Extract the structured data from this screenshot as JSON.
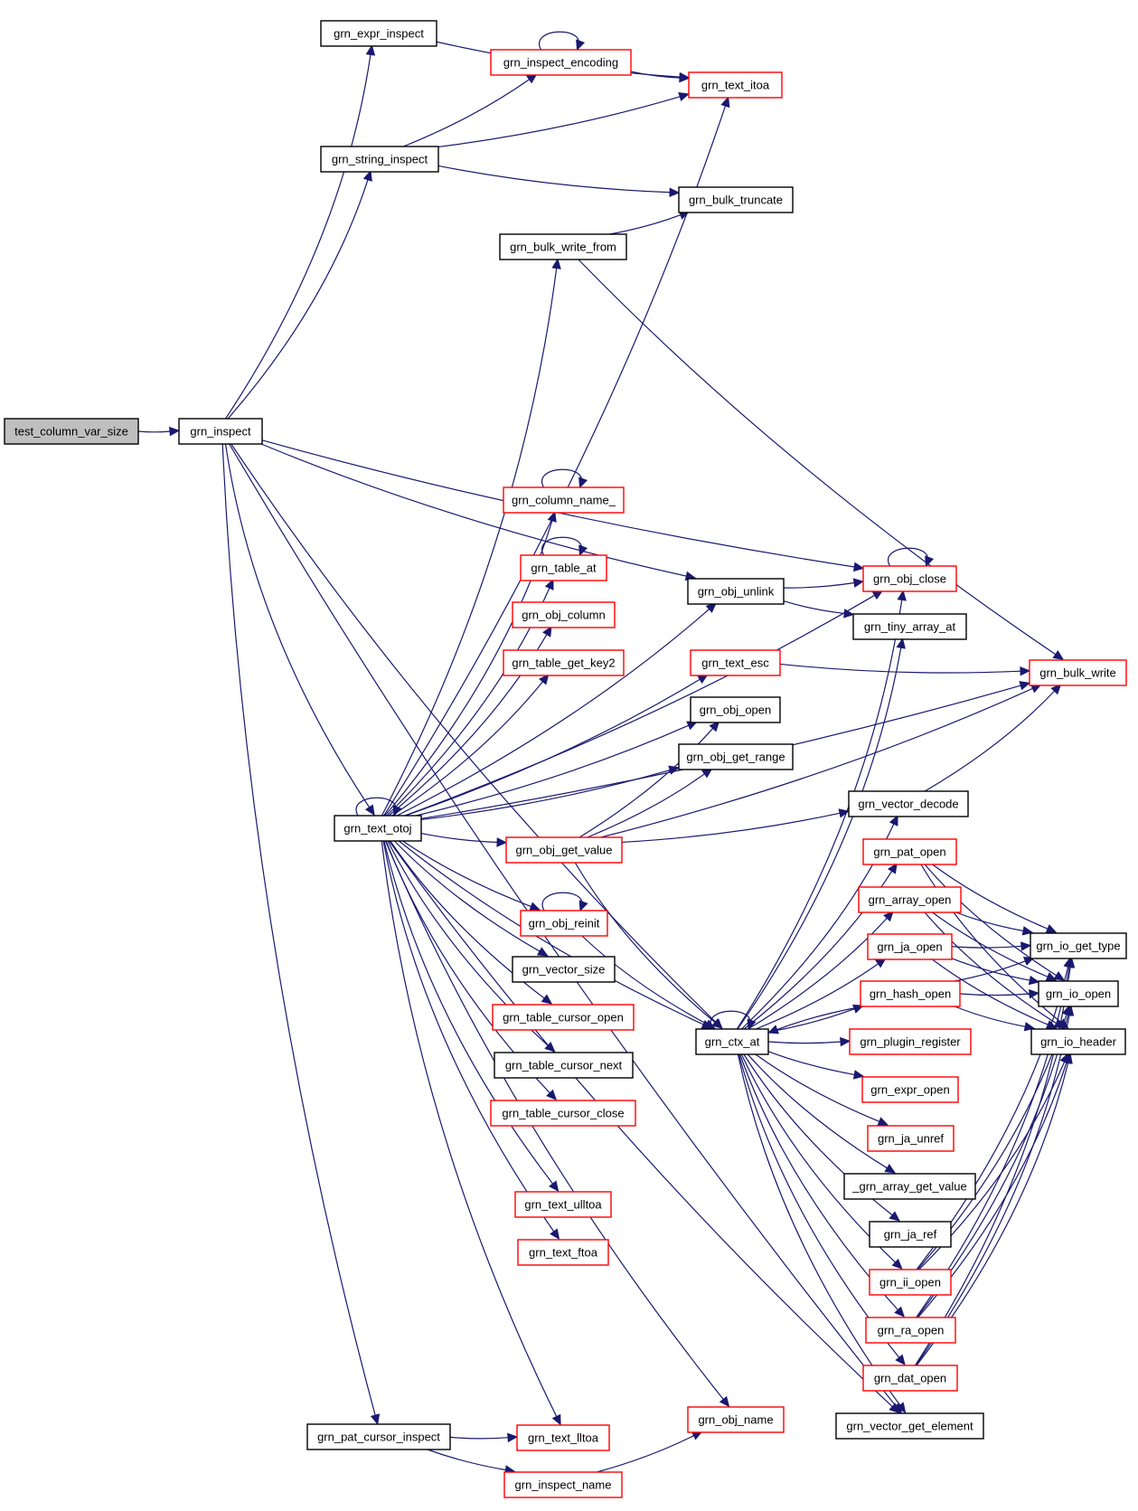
{
  "nodes": [
    {
      "id": "test_column_var_size",
      "label": "test_column_var_size",
      "style": "root"
    },
    {
      "id": "grn_inspect",
      "label": "grn_inspect",
      "style": "normal"
    },
    {
      "id": "grn_expr_inspect",
      "label": "grn_expr_inspect",
      "style": "normal"
    },
    {
      "id": "grn_inspect_encoding",
      "label": "grn_inspect_encoding",
      "style": "red"
    },
    {
      "id": "grn_text_itoa",
      "label": "grn_text_itoa",
      "style": "red"
    },
    {
      "id": "grn_string_inspect",
      "label": "grn_string_inspect",
      "style": "normal"
    },
    {
      "id": "grn_bulk_truncate",
      "label": "grn_bulk_truncate",
      "style": "normal"
    },
    {
      "id": "grn_bulk_write_from",
      "label": "grn_bulk_write_from",
      "style": "normal"
    },
    {
      "id": "grn_column_name_",
      "label": "grn_column_name_",
      "style": "red"
    },
    {
      "id": "grn_table_at",
      "label": "grn_table_at",
      "style": "red"
    },
    {
      "id": "grn_obj_column",
      "label": "grn_obj_column",
      "style": "red"
    },
    {
      "id": "grn_table_get_key2",
      "label": "grn_table_get_key2",
      "style": "red"
    },
    {
      "id": "grn_obj_unlink",
      "label": "grn_obj_unlink",
      "style": "normal"
    },
    {
      "id": "grn_obj_close",
      "label": "grn_obj_close",
      "style": "red"
    },
    {
      "id": "grn_tiny_array_at",
      "label": "grn_tiny_array_at",
      "style": "normal"
    },
    {
      "id": "grn_text_esc",
      "label": "grn_text_esc",
      "style": "red"
    },
    {
      "id": "grn_bulk_write",
      "label": "grn_bulk_write",
      "style": "red"
    },
    {
      "id": "grn_obj_open",
      "label": "grn_obj_open",
      "style": "normal"
    },
    {
      "id": "grn_obj_get_range",
      "label": "grn_obj_get_range",
      "style": "normal"
    },
    {
      "id": "grn_vector_decode",
      "label": "grn_vector_decode",
      "style": "normal"
    },
    {
      "id": "grn_text_otoj",
      "label": "grn_text_otoj",
      "style": "normal"
    },
    {
      "id": "grn_obj_get_value",
      "label": "grn_obj_get_value",
      "style": "red"
    },
    {
      "id": "grn_pat_open",
      "label": "grn_pat_open",
      "style": "red"
    },
    {
      "id": "grn_array_open",
      "label": "grn_array_open",
      "style": "red"
    },
    {
      "id": "grn_obj_reinit",
      "label": "grn_obj_reinit",
      "style": "red"
    },
    {
      "id": "grn_io_get_type",
      "label": "grn_io_get_type",
      "style": "normal"
    },
    {
      "id": "grn_ja_open",
      "label": "grn_ja_open",
      "style": "red"
    },
    {
      "id": "grn_vector_size",
      "label": "grn_vector_size",
      "style": "normal"
    },
    {
      "id": "grn_io_open",
      "label": "grn_io_open",
      "style": "normal"
    },
    {
      "id": "grn_hash_open",
      "label": "grn_hash_open",
      "style": "red"
    },
    {
      "id": "grn_table_cursor_open",
      "label": "grn_table_cursor_open",
      "style": "red"
    },
    {
      "id": "grn_ctx_at",
      "label": "grn_ctx_at",
      "style": "normal"
    },
    {
      "id": "grn_plugin_register",
      "label": "grn_plugin_register",
      "style": "red"
    },
    {
      "id": "grn_io_header",
      "label": "grn_io_header",
      "style": "normal"
    },
    {
      "id": "grn_table_cursor_next",
      "label": "grn_table_cursor_next",
      "style": "normal"
    },
    {
      "id": "grn_expr_open",
      "label": "grn_expr_open",
      "style": "red"
    },
    {
      "id": "grn_table_cursor_close",
      "label": "grn_table_cursor_close",
      "style": "red"
    },
    {
      "id": "grn_ja_unref",
      "label": "grn_ja_unref",
      "style": "red"
    },
    {
      "id": "_grn_array_get_value",
      "label": "_grn_array_get_value",
      "style": "normal"
    },
    {
      "id": "grn_text_ulltoa",
      "label": "grn_text_ulltoa",
      "style": "red"
    },
    {
      "id": "grn_ja_ref",
      "label": "grn_ja_ref",
      "style": "normal"
    },
    {
      "id": "grn_text_ftoa",
      "label": "grn_text_ftoa",
      "style": "red"
    },
    {
      "id": "grn_ii_open",
      "label": "grn_ii_open",
      "style": "red"
    },
    {
      "id": "grn_ra_open",
      "label": "grn_ra_open",
      "style": "red"
    },
    {
      "id": "grn_dat_open",
      "label": "grn_dat_open",
      "style": "red"
    },
    {
      "id": "grn_obj_name",
      "label": "grn_obj_name",
      "style": "red"
    },
    {
      "id": "grn_vector_get_element",
      "label": "grn_vector_get_element",
      "style": "normal"
    },
    {
      "id": "grn_pat_cursor_inspect",
      "label": "grn_pat_cursor_inspect",
      "style": "normal"
    },
    {
      "id": "grn_text_lltoa",
      "label": "grn_text_lltoa",
      "style": "red"
    },
    {
      "id": "grn_inspect_name",
      "label": "grn_inspect_name",
      "style": "red"
    }
  ],
  "edges": [
    [
      "test_column_var_size",
      "grn_inspect"
    ],
    [
      "grn_inspect",
      "grn_expr_inspect"
    ],
    [
      "grn_inspect",
      "grn_string_inspect"
    ],
    [
      "grn_inspect",
      "grn_obj_unlink"
    ],
    [
      "grn_inspect",
      "grn_obj_close"
    ],
    [
      "grn_inspect",
      "grn_text_otoj"
    ],
    [
      "grn_inspect",
      "grn_ctx_at"
    ],
    [
      "grn_inspect",
      "grn_vector_get_element"
    ],
    [
      "grn_inspect",
      "grn_pat_cursor_inspect"
    ],
    [
      "grn_expr_inspect",
      "grn_text_itoa"
    ],
    [
      "grn_inspect_encoding",
      "grn_inspect_encoding"
    ],
    [
      "grn_inspect_encoding",
      "grn_text_itoa"
    ],
    [
      "grn_string_inspect",
      "grn_inspect_encoding"
    ],
    [
      "grn_string_inspect",
      "grn_text_itoa"
    ],
    [
      "grn_string_inspect",
      "grn_bulk_truncate"
    ],
    [
      "grn_bulk_write_from",
      "grn_bulk_truncate"
    ],
    [
      "grn_bulk_write_from",
      "grn_bulk_write"
    ],
    [
      "grn_column_name_",
      "grn_column_name_"
    ],
    [
      "grn_table_at",
      "grn_table_at"
    ],
    [
      "grn_obj_unlink",
      "grn_obj_close"
    ],
    [
      "grn_obj_unlink",
      "grn_tiny_array_at"
    ],
    [
      "grn_obj_close",
      "grn_obj_close"
    ],
    [
      "grn_text_esc",
      "grn_bulk_write"
    ],
    [
      "grn_vector_decode",
      "grn_bulk_write"
    ],
    [
      "grn_text_otoj",
      "grn_text_otoj"
    ],
    [
      "grn_text_otoj",
      "grn_text_itoa"
    ],
    [
      "grn_text_otoj",
      "grn_bulk_write_from"
    ],
    [
      "grn_text_otoj",
      "grn_bulk_write"
    ],
    [
      "grn_text_otoj",
      "grn_column_name_"
    ],
    [
      "grn_text_otoj",
      "grn_table_at"
    ],
    [
      "grn_text_otoj",
      "grn_obj_column"
    ],
    [
      "grn_text_otoj",
      "grn_table_get_key2"
    ],
    [
      "grn_text_otoj",
      "grn_obj_unlink"
    ],
    [
      "grn_text_otoj",
      "grn_text_esc"
    ],
    [
      "grn_text_otoj",
      "grn_obj_open"
    ],
    [
      "grn_text_otoj",
      "grn_obj_get_range"
    ],
    [
      "grn_text_otoj",
      "grn_obj_get_value"
    ],
    [
      "grn_text_otoj",
      "grn_obj_reinit"
    ],
    [
      "grn_text_otoj",
      "grn_vector_size"
    ],
    [
      "grn_text_otoj",
      "grn_table_cursor_open"
    ],
    [
      "grn_text_otoj",
      "grn_table_cursor_next"
    ],
    [
      "grn_text_otoj",
      "grn_table_cursor_close"
    ],
    [
      "grn_text_otoj",
      "grn_ctx_at"
    ],
    [
      "grn_text_otoj",
      "grn_text_ulltoa"
    ],
    [
      "grn_text_otoj",
      "grn_text_ftoa"
    ],
    [
      "grn_text_otoj",
      "grn_text_lltoa"
    ],
    [
      "grn_text_otoj",
      "grn_obj_name"
    ],
    [
      "grn_text_otoj",
      "grn_vector_get_element"
    ],
    [
      "grn_text_otoj",
      "grn_obj_close"
    ],
    [
      "grn_obj_get_value",
      "grn_obj_open"
    ],
    [
      "grn_obj_get_value",
      "grn_obj_get_range"
    ],
    [
      "grn_obj_get_value",
      "grn_bulk_write"
    ],
    [
      "grn_obj_get_value",
      "grn_vector_decode"
    ],
    [
      "grn_obj_get_value",
      "grn_ctx_at"
    ],
    [
      "grn_obj_reinit",
      "grn_obj_reinit"
    ],
    [
      "grn_obj_reinit",
      "grn_ctx_at"
    ],
    [
      "grn_ctx_at",
      "grn_ctx_at"
    ],
    [
      "grn_ctx_at",
      "grn_obj_close"
    ],
    [
      "grn_ctx_at",
      "grn_tiny_array_at"
    ],
    [
      "grn_ctx_at",
      "grn_vector_decode"
    ],
    [
      "grn_ctx_at",
      "grn_pat_open"
    ],
    [
      "grn_ctx_at",
      "grn_array_open"
    ],
    [
      "grn_ctx_at",
      "grn_ja_open"
    ],
    [
      "grn_ctx_at",
      "grn_hash_open"
    ],
    [
      "grn_ctx_at",
      "grn_plugin_register"
    ],
    [
      "grn_ctx_at",
      "grn_expr_open"
    ],
    [
      "grn_ctx_at",
      "grn_ja_unref"
    ],
    [
      "grn_ctx_at",
      "_grn_array_get_value"
    ],
    [
      "grn_ctx_at",
      "grn_ja_ref"
    ],
    [
      "grn_ctx_at",
      "grn_ii_open"
    ],
    [
      "grn_ctx_at",
      "grn_ra_open"
    ],
    [
      "grn_ctx_at",
      "grn_dat_open"
    ],
    [
      "grn_ctx_at",
      "grn_vector_get_element"
    ],
    [
      "grn_hash_open",
      "grn_ctx_at"
    ],
    [
      "grn_pat_open",
      "grn_io_get_type"
    ],
    [
      "grn_pat_open",
      "grn_io_open"
    ],
    [
      "grn_pat_open",
      "grn_io_header"
    ],
    [
      "grn_array_open",
      "grn_io_get_type"
    ],
    [
      "grn_array_open",
      "grn_io_open"
    ],
    [
      "grn_array_open",
      "grn_io_header"
    ],
    [
      "grn_ja_open",
      "grn_io_get_type"
    ],
    [
      "grn_ja_open",
      "grn_io_open"
    ],
    [
      "grn_ja_open",
      "grn_io_header"
    ],
    [
      "grn_hash_open",
      "grn_io_get_type"
    ],
    [
      "grn_hash_open",
      "grn_io_open"
    ],
    [
      "grn_hash_open",
      "grn_io_header"
    ],
    [
      "grn_ii_open",
      "grn_io_get_type"
    ],
    [
      "grn_ii_open",
      "grn_io_open"
    ],
    [
      "grn_ii_open",
      "grn_io_header"
    ],
    [
      "grn_ra_open",
      "grn_io_get_type"
    ],
    [
      "grn_ra_open",
      "grn_io_open"
    ],
    [
      "grn_ra_open",
      "grn_io_header"
    ],
    [
      "grn_dat_open",
      "grn_io_get_type"
    ],
    [
      "grn_dat_open",
      "grn_io_open"
    ],
    [
      "grn_dat_open",
      "grn_io_header"
    ],
    [
      "grn_pat_cursor_inspect",
      "grn_text_lltoa"
    ],
    [
      "grn_pat_cursor_inspect",
      "grn_inspect_name"
    ],
    [
      "grn_inspect_name",
      "grn_obj_name"
    ]
  ]
}
